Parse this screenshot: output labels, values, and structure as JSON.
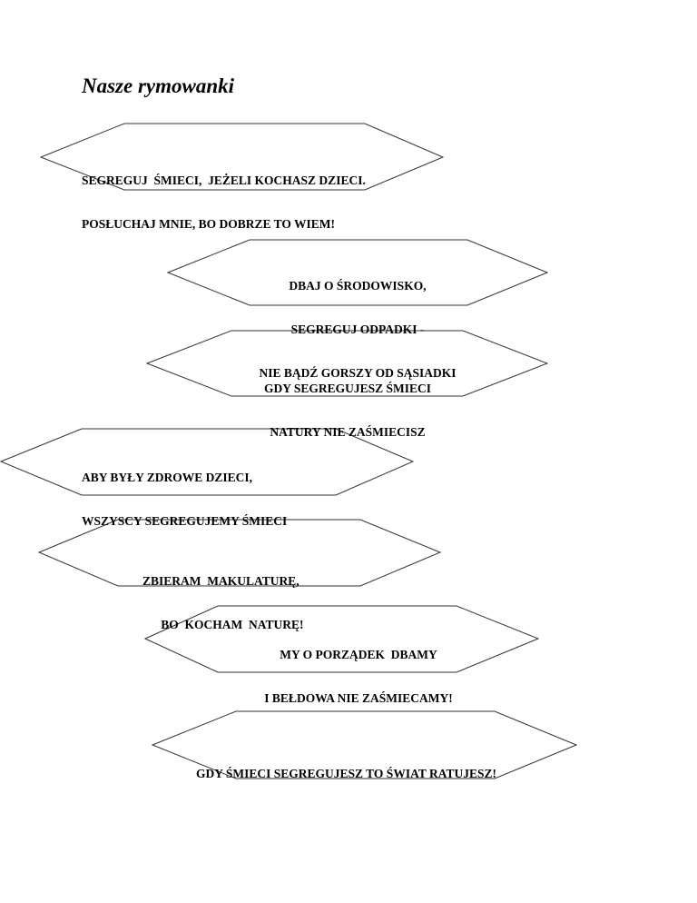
{
  "title": "Nasze rymowanki",
  "rhymes": [
    {
      "lines": [
        "SEGREGUJ  ŚMIECI,  JEŻELI KOCHASZ DZIECI.",
        "POSŁUCHAJ MNIE, BO DOBRZE TO WIEM!"
      ]
    },
    {
      "lines": [
        "DBAJ O ŚRODOWISKO,",
        "SEGREGUJ ODPADKI -",
        "NIE BĄDŹ GORSZY OD SĄSIADKI"
      ]
    },
    {
      "lines": [
        "GDY SEGREGUJESZ ŚMIECI",
        "NATURY NIE ZAŚMIECISZ"
      ]
    },
    {
      "lines": [
        "ABY BYŁY ZDROWE DZIECI,",
        "WSZYSCY SEGREGUJEMY ŚMIECI"
      ]
    },
    {
      "lines": [
        "ZBIERAM  MAKULATURĘ,",
        "      BO  KOCHAM  NATURĘ!"
      ]
    },
    {
      "lines": [
        "MY O PORZĄDEK  DBAMY",
        "I BEŁDOWA NIE ZAŚMIECAMY!"
      ]
    },
    {
      "lines": [
        "GDY ŚMIECI SEGREGUJESZ TO ŚWIAT RATUJESZ!"
      ]
    }
  ]
}
